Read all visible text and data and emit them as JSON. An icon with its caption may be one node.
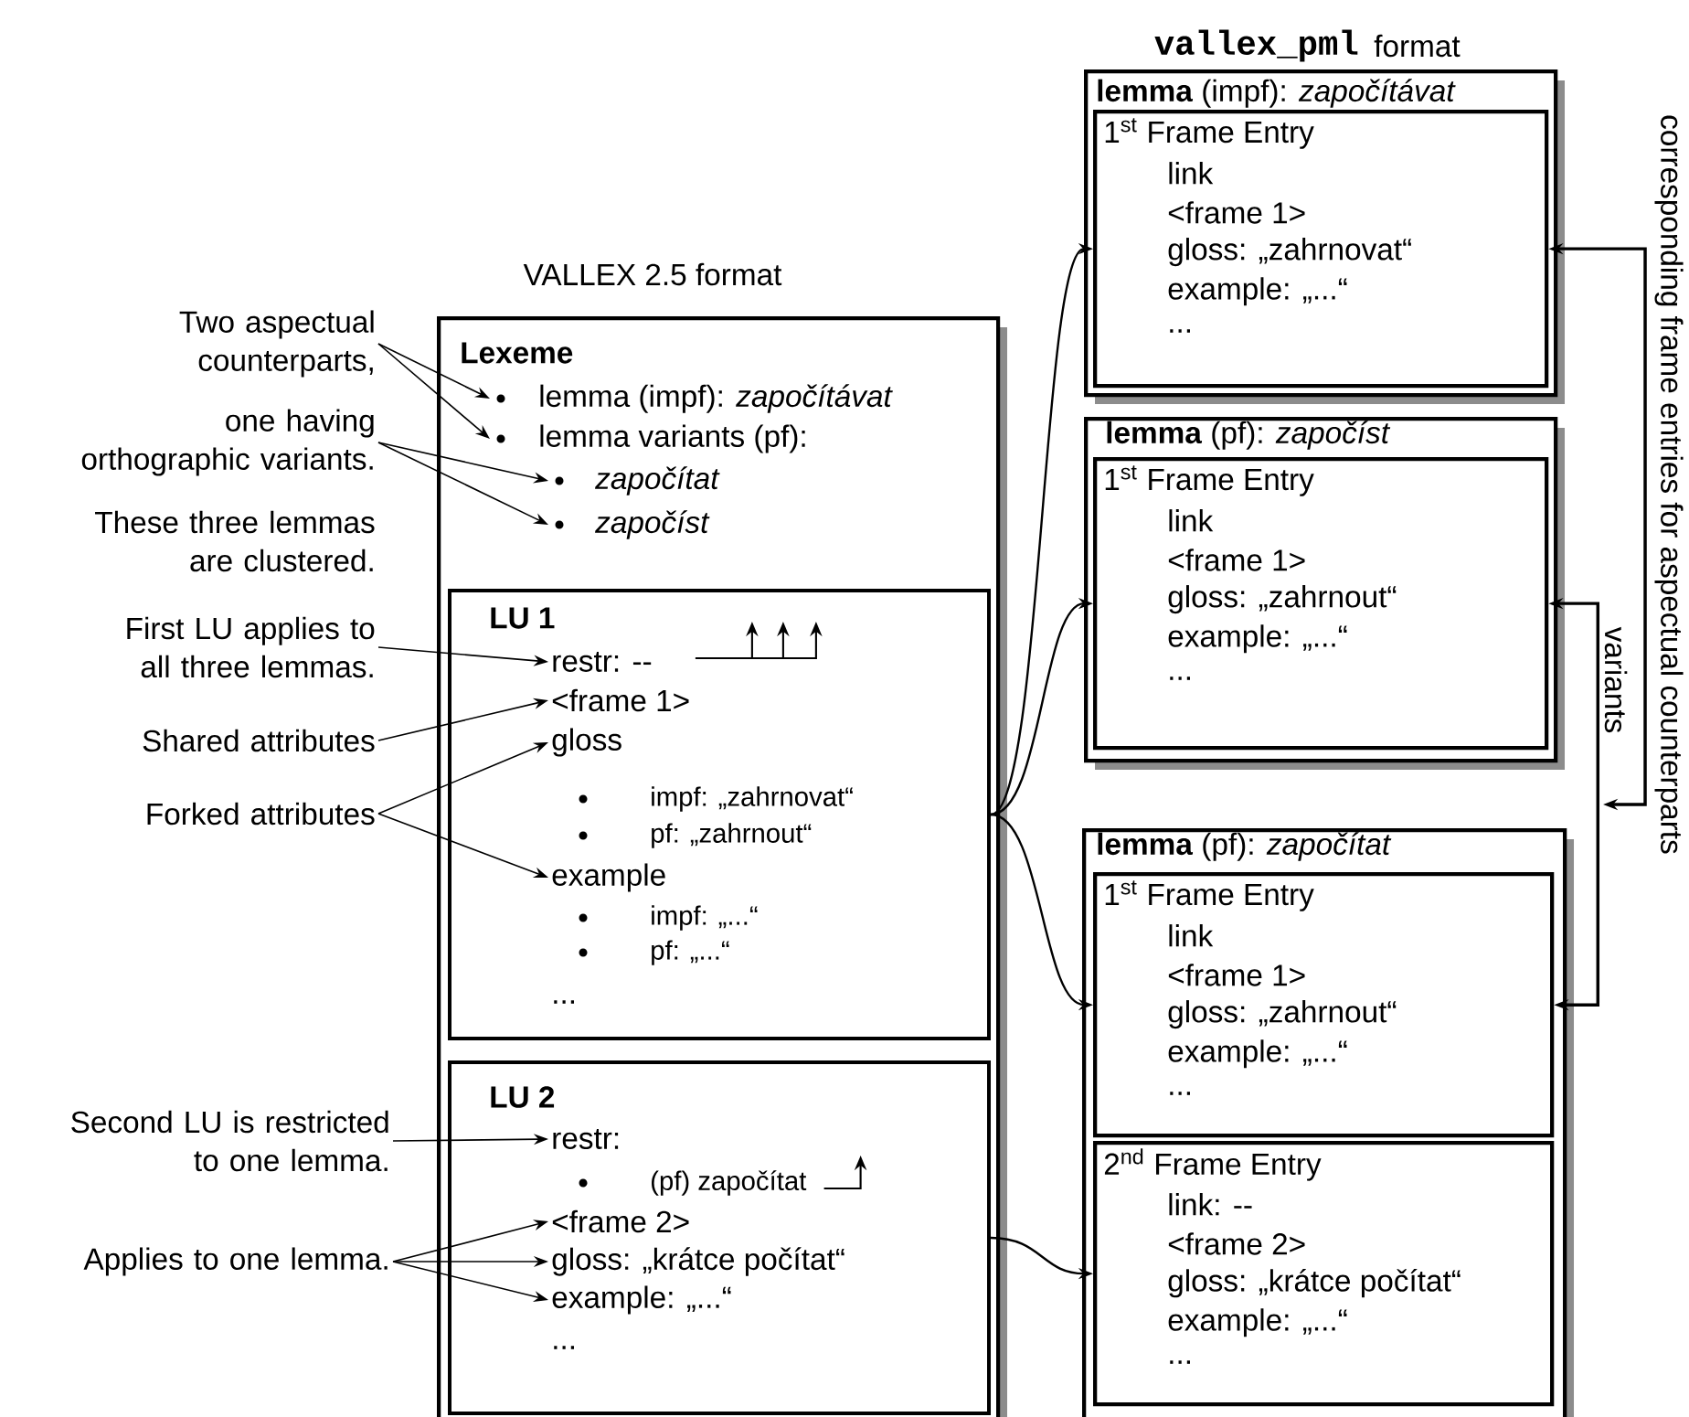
{
  "diagram": {
    "nodes": [
      {
        "text": [
          "VALLEX 2.5 format",
          "Lexeme"
        ]
      },
      {
        "text": [
          "lemma (impf): *započítávat*"
        ],
        "in": 0
      },
      {
        "text": [
          "lemma variants (pf):"
        ],
        "in": 0
      },
      {
        "text": [
          "započítat"
        ],
        "in": 0
      },
      {
        "text": [
          "započíst"
        ],
        "in": 0
      },
      {
        "text": [
          "LU 1"
        ],
        "in": 0
      },
      {
        "text": [
          "restr: --"
        ],
        "in": 5
      },
      {
        "text": [
          "<frame 1>"
        ],
        "in": 5
      },
      {
        "text": [
          "gloss"
        ],
        "in": 5
      },
      {
        "text": [
          "impf: „zahrnovat“"
        ],
        "in": 5
      },
      {
        "text": [
          "pf: „zahrnout“"
        ],
        "in": 5
      },
      {
        "text": [
          "example"
        ],
        "in": 5
      },
      {
        "text": [
          "impf: „...“"
        ],
        "in": 5
      },
      {
        "text": [
          "pf: „...“"
        ],
        "in": 5
      },
      {
        "text": [
          "..."
        ],
        "in": 5
      },
      {
        "text": [
          "LU 2"
        ],
        "in": 0
      },
      {
        "text": [
          "restr:"
        ],
        "in": 15
      },
      {
        "text": [
          "(pf) započítat"
        ],
        "in": 15
      },
      {
        "text": [
          "<frame 2>"
        ],
        "in": 15
      },
      {
        "text": [
          "gloss: „krátce počítat“"
        ],
        "in": 15
      },
      {
        "text": [
          "example: „...“"
        ],
        "in": 15
      },
      {
        "text": [
          "..."
        ],
        "in": 15
      },
      {
        "text": [
          "Two aspectual counterparts,"
        ]
      },
      {
        "text": [
          "one having orthographic variants."
        ]
      },
      {
        "text": [
          "First LU applies to all three lemmas."
        ]
      },
      {
        "text": [
          "Shared attributes"
        ]
      },
      {
        "text": [
          "Forked attributes"
        ]
      },
      {
        "text": [
          "Second LU is restricted to one lemma."
        ]
      },
      {
        "text": [
          "Applies to one lemma."
        ]
      },
      {
        "text": [
          "**lemma** (impf): *započítávat*"
        ]
      },
      {
        "text": [
          "1$^{st}$ Frame Entry",
          "link",
          "<frame 1>",
          "gloss: „zahrnovat“",
          "example: „...“",
          "..."
        ],
        "in": 29
      },
      {
        "text": [
          "**lemma** (pf): *započíst*"
        ]
      },
      {
        "text": [
          "1$^{st}$ Frame Entry",
          "link",
          "<frame 1>",
          "gloss: „zahrnout“",
          "example: „...“",
          "..."
        ],
        "in": 31
      },
      {
        "text": [
          "**lemma** (pf): *započítat*"
        ]
      },
      {
        "text": [
          "1$^{st}$ Frame Entry",
          "link",
          "<frame 1>",
          "gloss: „zahrnout“",
          "example: „...“",
          "..."
        ],
        "in": 33
      },
      {
        "text": [
          "2$^{nd}$ Frame Entry",
          "link: --",
          "<frame 2>",
          "gloss: „krátce počítat“",
          "example: „...“",
          "..."
        ],
        "in": 33
      }
    ],
    "edges": [
      {
        "from": 22,
        "to": 1,
        "arrow": "to"
      },
      {
        "from": 22,
        "to": 2,
        "arrow": "to"
      },
      {
        "from": 23,
        "to": 3,
        "arrow": "to"
      },
      {
        "from": 23,
        "to": 4,
        "arrow": "to"
      },
      {
        "from": 24,
        "to": 6,
        "arrow": "to"
      },
      {
        "from": 25,
        "to": 7,
        "arrow": "to"
      },
      {
        "from": 26,
        "to": 8,
        "arrow": "to"
      },
      {
        "from": 26,
        "to": 11,
        "arrow": "to"
      },
      {
        "from": 27,
        "to": 16,
        "arrow": "to"
      },
      {
        "from": 28,
        "to": 18,
        "arrow": "to"
      },
      {
        "from": 28,
        "to": 19,
        "arrow": "to"
      },
      {
        "from": 28,
        "to": 20,
        "arrow": "to"
      },
      {
        "from": 5,
        "to": 30,
        "arrow": "to"
      },
      {
        "from": 5,
        "to": 32,
        "arrow": "to"
      },
      {
        "from": 5,
        "to": 34,
        "arrow": "to"
      },
      {
        "from": 15,
        "to": 35,
        "arrow": "to"
      },
      {
        "from": 32,
        "to": 34,
        "arrow": "both",
        "label": "variants"
      },
      {
        "from": null,
        "to": 30,
        "arrow": "both",
        "label": "corresponding frame entries for aspectual counterparts"
      }
    ],
    "labels": [
      "vallex_pml",
      "format",
      "These three lemmas are clustered."
    ]
  }
}
